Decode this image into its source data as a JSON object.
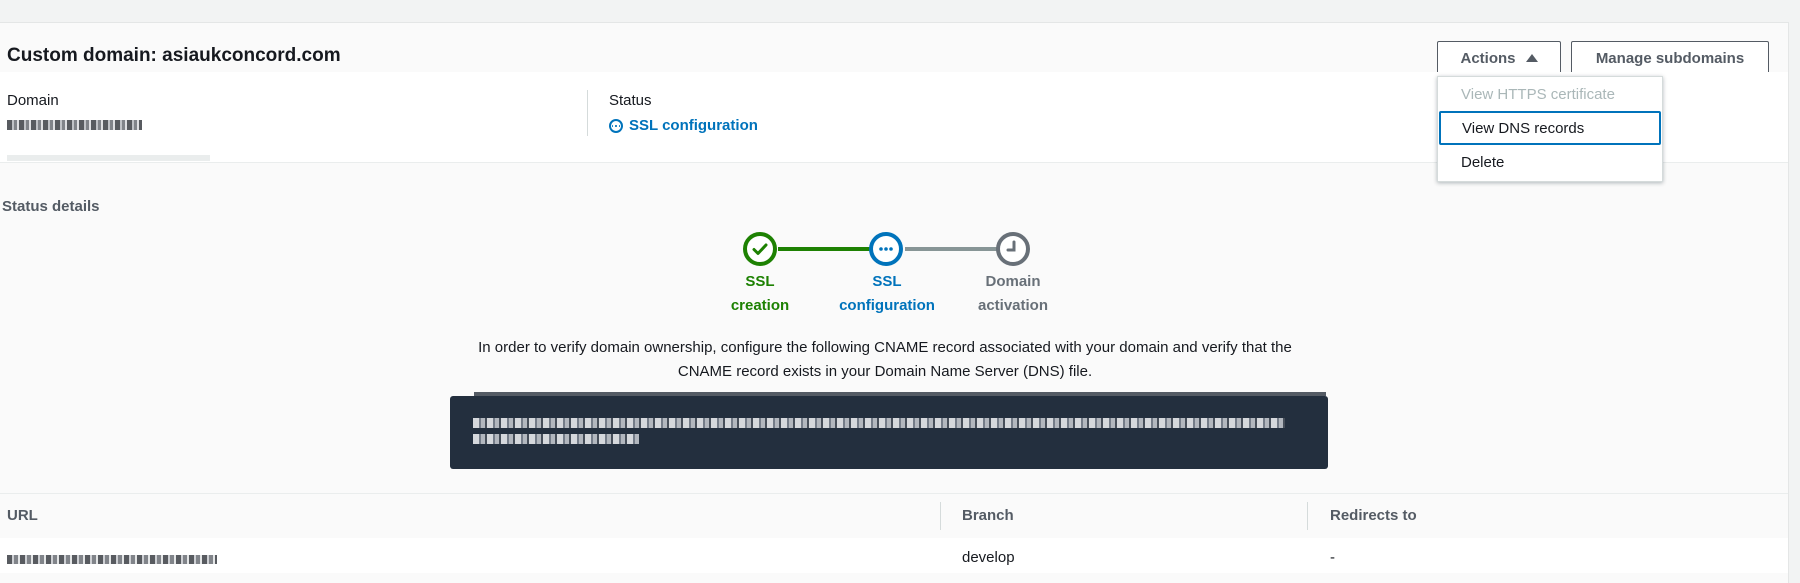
{
  "header": {
    "title": "Custom domain: asiaukconcord.com"
  },
  "toolbar": {
    "actions_label": "Actions",
    "manage_label": "Manage subdomains"
  },
  "actions_menu": {
    "items": [
      {
        "label": "View HTTPS certificate",
        "state": "disabled"
      },
      {
        "label": "View DNS records",
        "state": "focused"
      },
      {
        "label": "Delete",
        "state": "enabled"
      }
    ]
  },
  "summary": {
    "domain_label": "Domain",
    "status_label": "Status",
    "status_value": "SSL configuration"
  },
  "status_details": {
    "title": "Status details",
    "steps": [
      {
        "line1": "SSL",
        "line2": "creation",
        "state": "complete",
        "color": "#1d8102",
        "icon": "check-circle-icon"
      },
      {
        "line1": "SSL",
        "line2": "configuration",
        "state": "in-progress",
        "color": "#0073bb",
        "icon": "ellipsis-circle-icon"
      },
      {
        "line1": "Domain",
        "line2": "activation",
        "state": "pending",
        "color": "#687078",
        "icon": "clock-icon"
      }
    ],
    "instructions": "In order to verify domain ownership, configure the following CNAME record associated with your domain and verify that the CNAME record exists in your Domain Name Server (DNS) file."
  },
  "table": {
    "columns": [
      "URL",
      "Branch",
      "Redirects to"
    ],
    "rows": [
      {
        "branch": "develop",
        "redirects": "-"
      }
    ]
  },
  "colors": {
    "accent": "#0073bb",
    "success": "#1d8102",
    "pending": "#687078",
    "code_bg": "#232f3e"
  }
}
